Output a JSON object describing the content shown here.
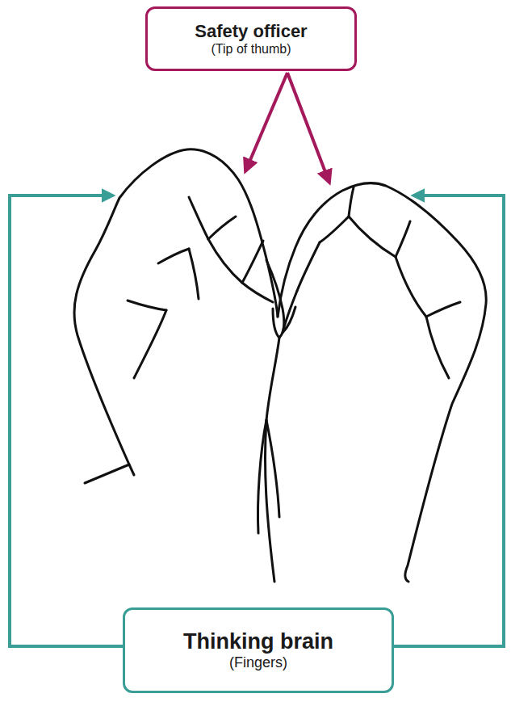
{
  "diagram": {
    "nodes": [
      {
        "text": [
          "Safety officer",
          "(Tip of thumb)"
        ]
      },
      {
        "text": [
          "Thinking brain",
          "(Fingers)"
        ]
      }
    ]
  }
}
